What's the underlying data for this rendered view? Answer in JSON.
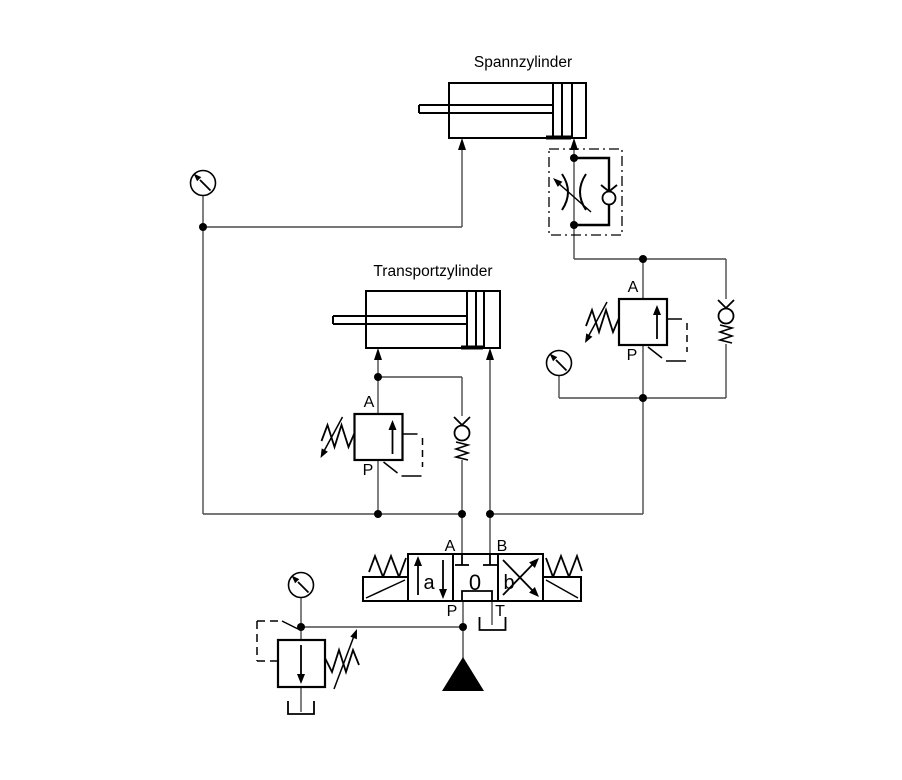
{
  "diagram": {
    "cylinders": {
      "spann": {
        "label": "Spannzylinder"
      },
      "transport": {
        "label": "Transportzylinder"
      }
    },
    "sequence_valve_left": {
      "port_top": "A",
      "port_bottom": "P"
    },
    "sequence_valve_right": {
      "port_top": "A",
      "port_bottom": "P"
    },
    "directional_valve": {
      "port_a": "A",
      "port_b": "B",
      "port_p": "P",
      "port_t": "T",
      "pos_a": "a",
      "pos_neutral": "0",
      "pos_b": "b"
    },
    "colors": {
      "line": "#000000",
      "pipe": "#4a4a4a",
      "background": "#ffffff"
    }
  }
}
